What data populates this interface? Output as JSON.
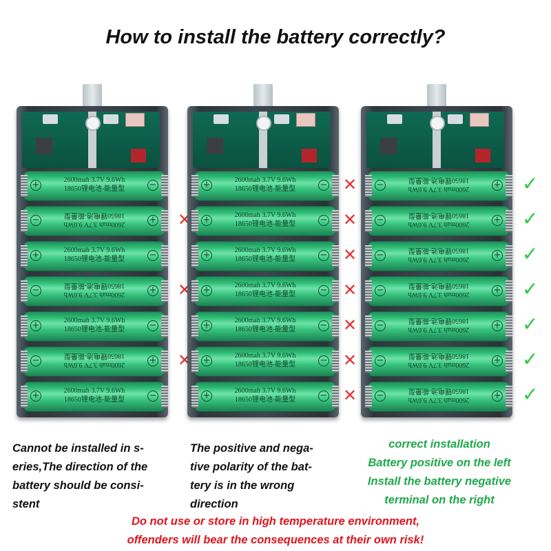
{
  "title": "How to install the battery correctly?",
  "cell_label": {
    "line1": "2600mah  3.7V  9.6Wh",
    "line2": "18650锂电池-能量型"
  },
  "panels": [
    {
      "orientation": [
        "normal",
        "reversed",
        "normal",
        "reversed",
        "normal",
        "reversed",
        "normal"
      ],
      "marks": [
        "",
        "x",
        "",
        "x",
        "",
        "x",
        ""
      ]
    },
    {
      "orientation": [
        "normal",
        "normal",
        "normal",
        "normal",
        "normal",
        "normal",
        "normal"
      ],
      "marks": [
        "x",
        "x",
        "x",
        "x",
        "x",
        "x",
        "x"
      ]
    },
    {
      "orientation": [
        "reversed",
        "reversed",
        "reversed",
        "reversed",
        "reversed",
        "reversed",
        "reversed"
      ],
      "marks": [
        "ok",
        "ok",
        "ok",
        "ok",
        "ok",
        "ok",
        "ok"
      ]
    }
  ],
  "captions": {
    "left": [
      "Cannot be installed in s-",
      "eries,The direction of the",
      "battery should be consi-",
      "stent"
    ],
    "middle": [
      "The positive and nega-",
      "tive polarity of the bat-",
      "tery is in the wrong",
      "direction"
    ],
    "right": [
      "correct installation",
      "Battery positive on the left",
      "Install the battery negative",
      "terminal on the right"
    ]
  },
  "warning": [
    "Do not use or store in high temperature environment,",
    "offenders will bear the consequences at their own risk!"
  ],
  "colors": {
    "cell_green": "#2fbf77",
    "cross_red": "#e23232",
    "check_green": "#2cc73e",
    "caption_green": "#1fa84a",
    "warning_red": "#e0141e"
  },
  "icons": {
    "x": "✕",
    "ok": "✓",
    "plus": "⊕",
    "minus": "⊖"
  }
}
